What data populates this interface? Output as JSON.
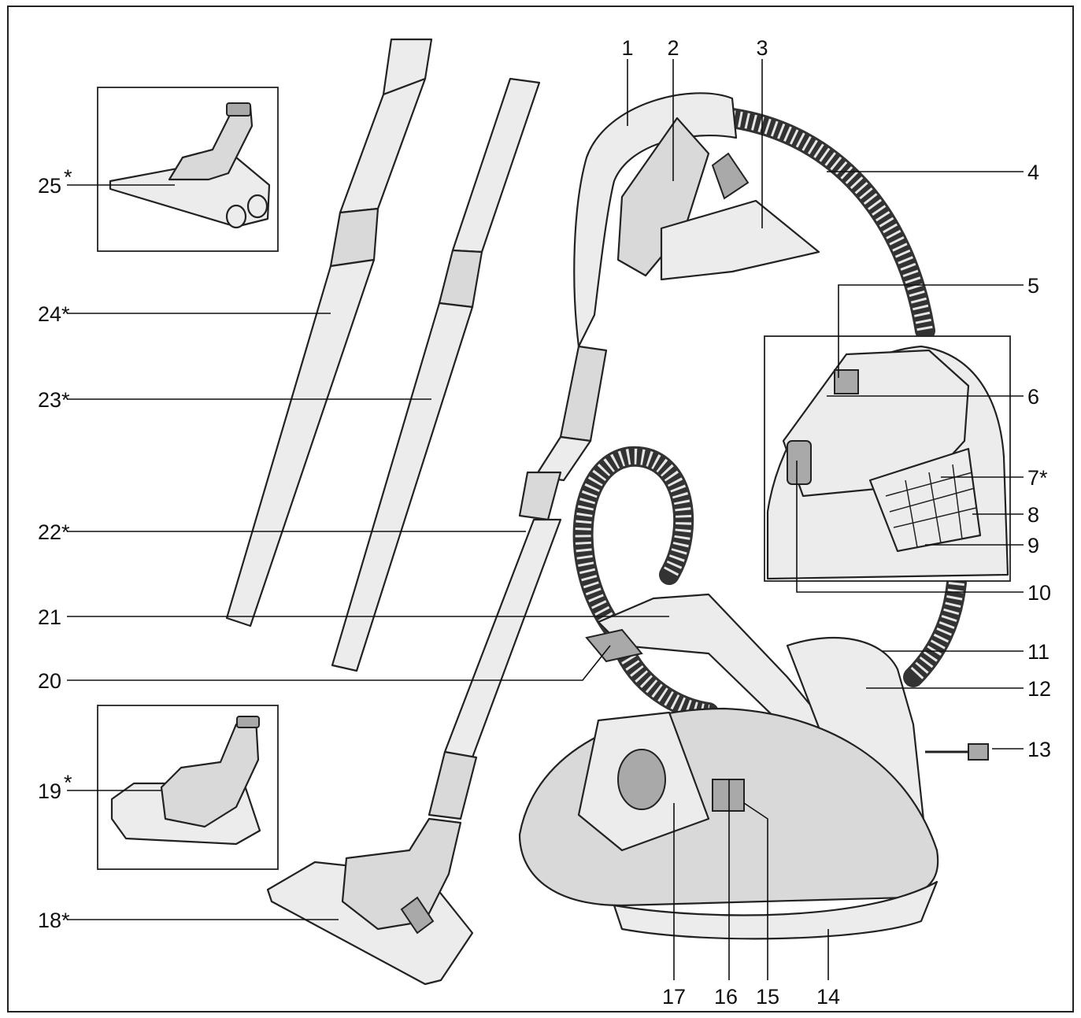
{
  "callouts": {
    "c1": "1",
    "c2": "2",
    "c3": "3",
    "c4": "4",
    "c5": "5",
    "c6": "6",
    "c7": "7*",
    "c8": "8",
    "c9": "9",
    "c10": "10",
    "c11": "11",
    "c12": "12",
    "c13": "13",
    "c14": "14",
    "c15": "15",
    "c16": "16",
    "c17": "17",
    "c18": "18*",
    "c19": "19",
    "c20": "20",
    "c21": "21",
    "c22": "22*",
    "c23": "23*",
    "c24": "24*",
    "c25": "25"
  },
  "asterisk": "*",
  "colors": {
    "line": "#111111",
    "body": "#d9d9d9",
    "hose": "#333333"
  }
}
